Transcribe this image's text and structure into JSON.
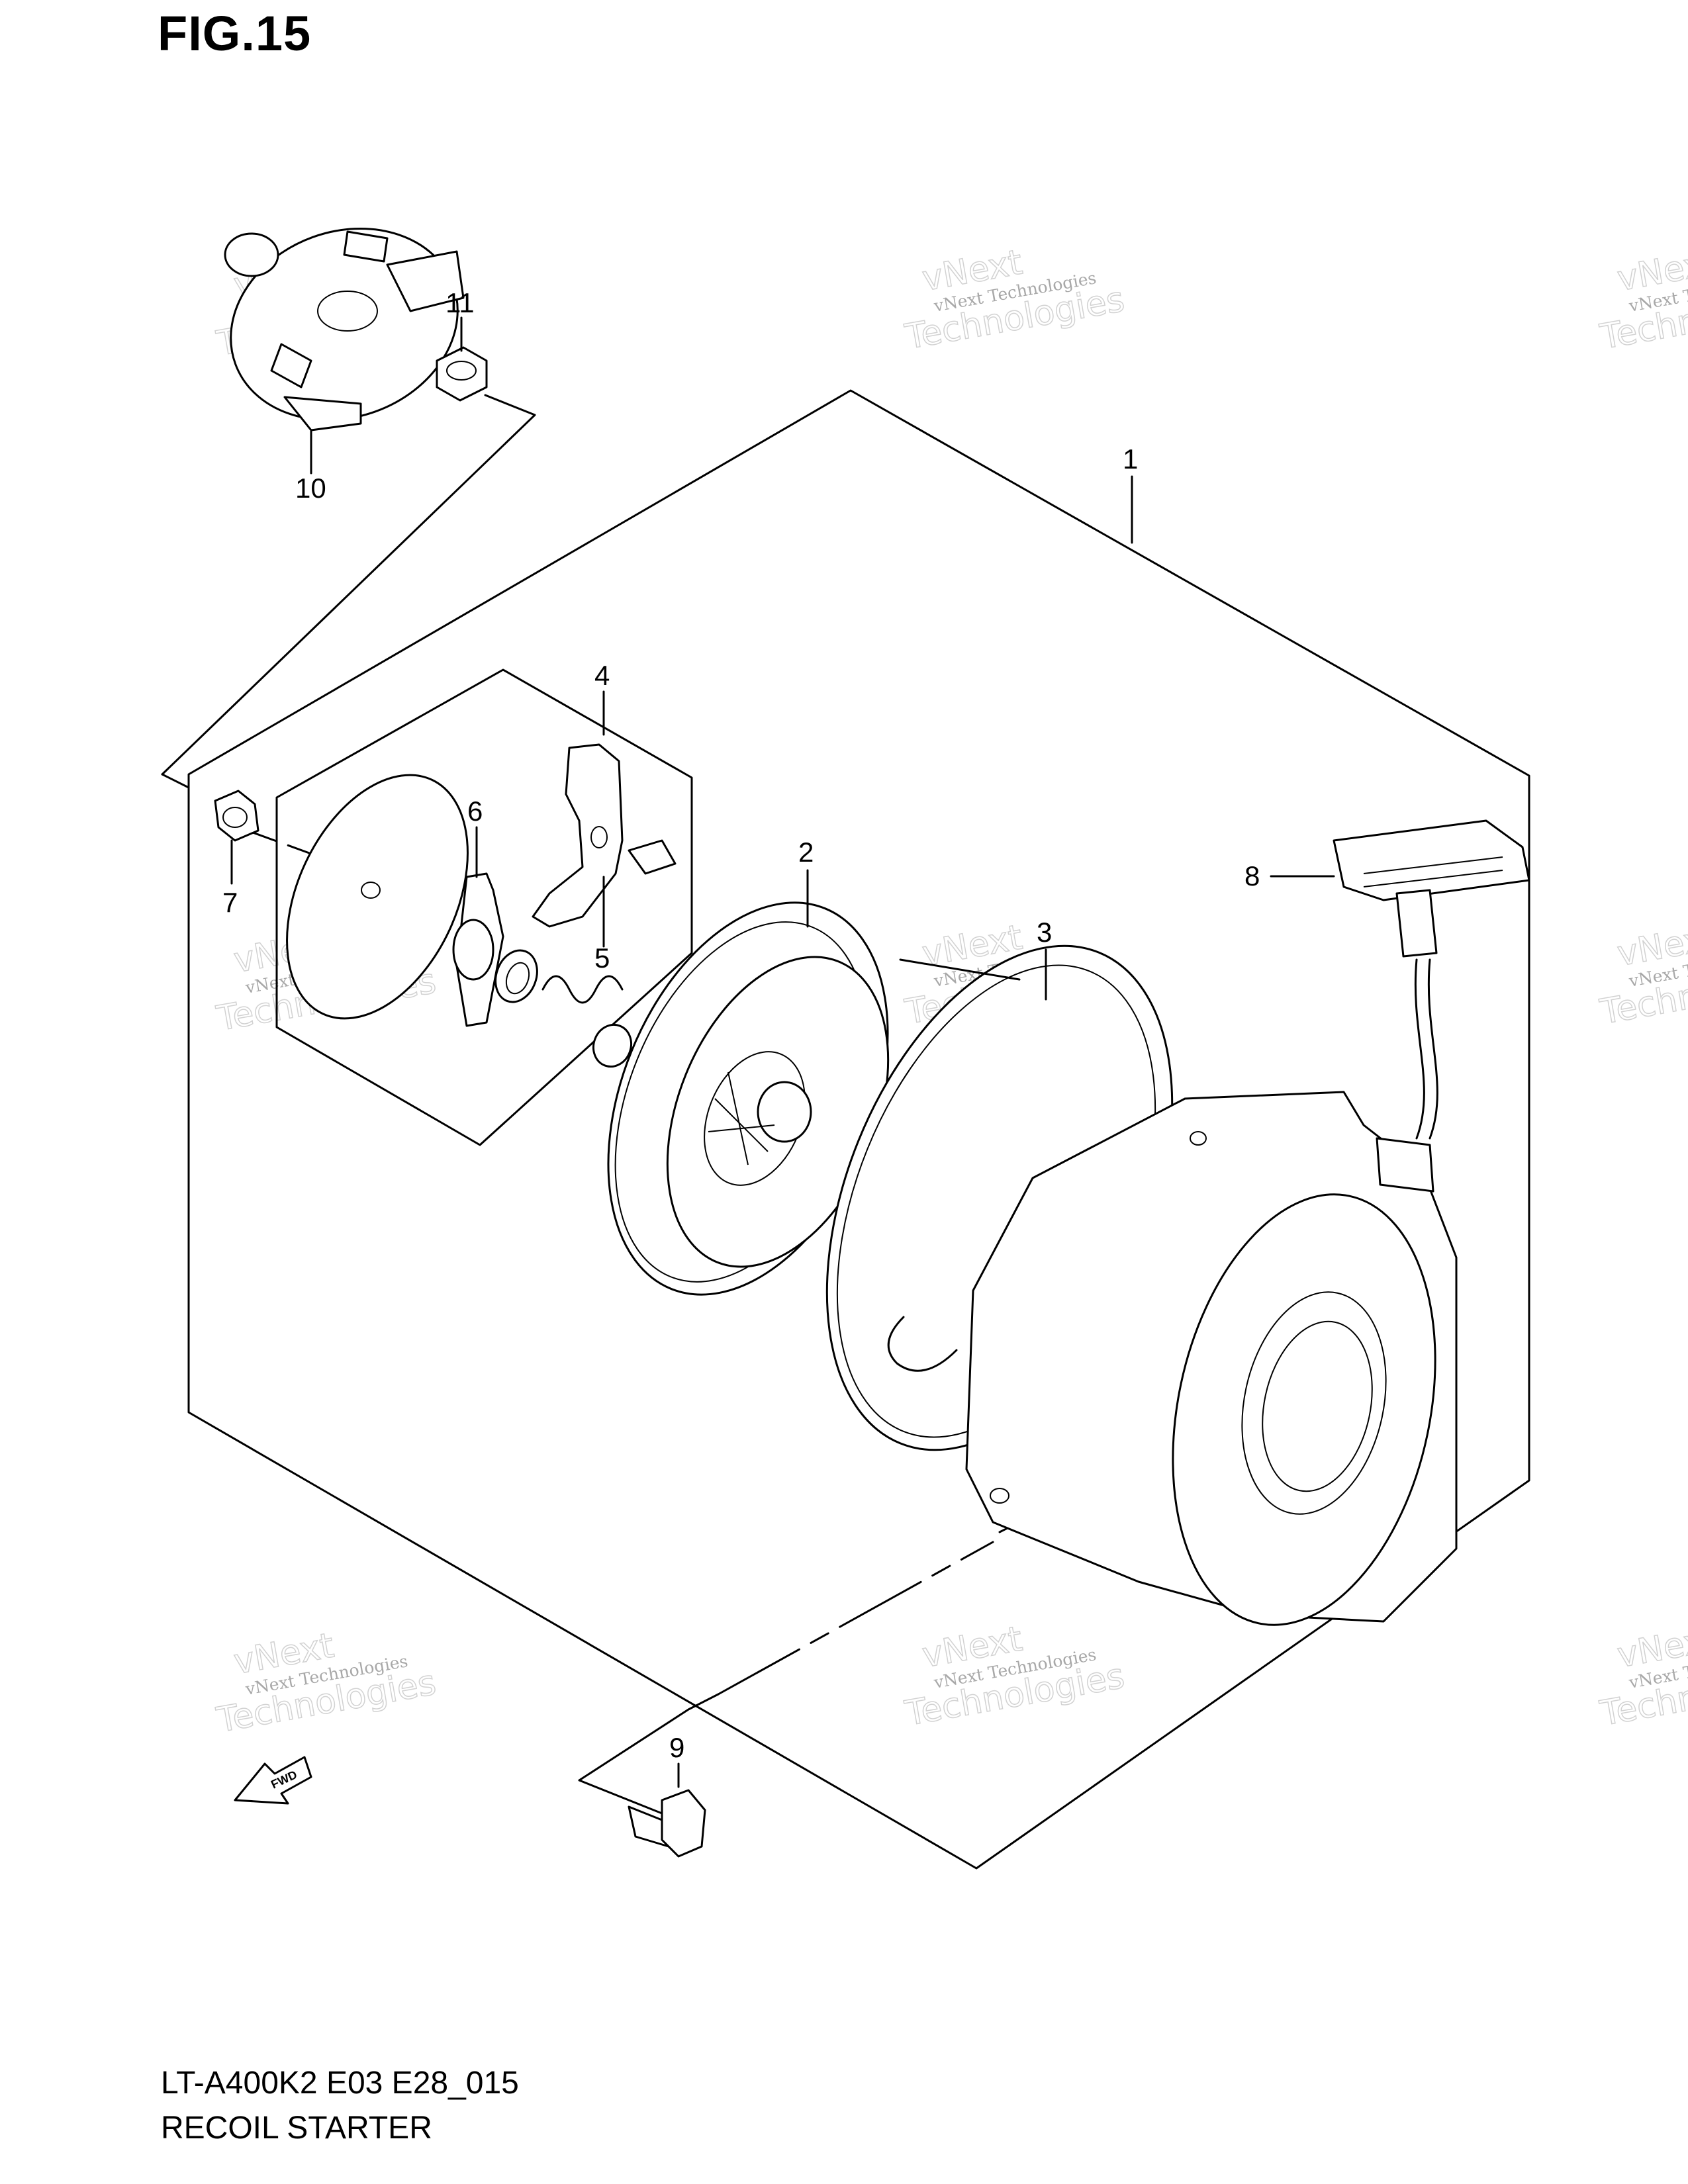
{
  "figure": {
    "title": "FIG.15"
  },
  "caption": {
    "code": "LT-A400K2 E03 E28_015",
    "name": "RECOIL STARTER"
  },
  "direction_badge": "FWD",
  "callouts": [
    "1",
    "2",
    "3",
    "4",
    "5",
    "6",
    "7",
    "8",
    "9",
    "10",
    "11"
  ],
  "watermark": {
    "line1": "vNext",
    "line2": "vNext Technologies",
    "line3": "Technologies"
  },
  "colors": {
    "ink": "#000000",
    "watermark": "#a8a8a8",
    "background": "#ffffff"
  }
}
